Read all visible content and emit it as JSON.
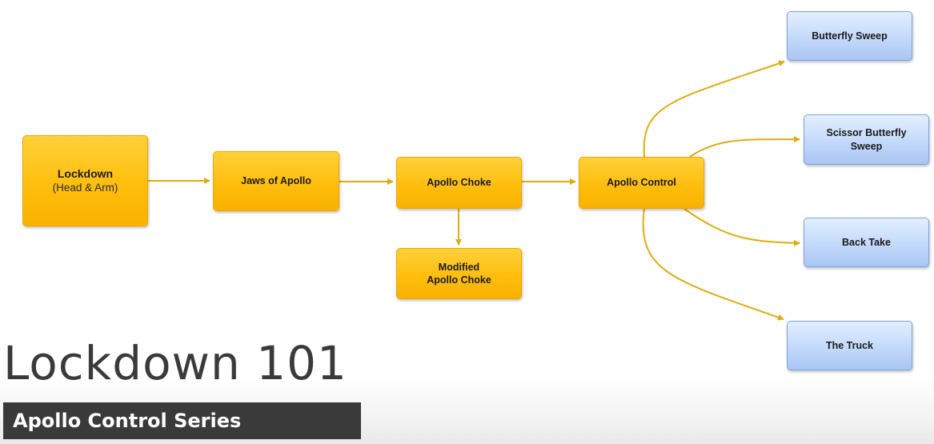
{
  "diagram": {
    "nodes": {
      "lockdown": {
        "title": "Lockdown",
        "subtitle": "(Head & Arm)"
      },
      "jaws": {
        "label": "Jaws of Apollo"
      },
      "choke": {
        "label": "Apollo Choke"
      },
      "modified_line1": "Modified",
      "modified_line2": "Apollo Choke",
      "control": {
        "label": "Apollo Control"
      },
      "butterfly": {
        "label": "Butterfly Sweep"
      },
      "scissor_line1": "Scissor Butterfly",
      "scissor_line2": "Sweep",
      "back": {
        "label": "Back Take"
      },
      "truck": {
        "label": "The Truck"
      }
    },
    "edges": [
      [
        "Lockdown",
        "Jaws of Apollo"
      ],
      [
        "Jaws of Apollo",
        "Apollo Choke"
      ],
      [
        "Apollo Choke",
        "Apollo Control"
      ],
      [
        "Apollo Choke",
        "Modified Apollo Choke"
      ],
      [
        "Apollo Control",
        "Butterfly Sweep"
      ],
      [
        "Apollo Control",
        "Scissor Butterfly Sweep"
      ],
      [
        "Apollo Control",
        "Back Take"
      ],
      [
        "Apollo Control",
        "The Truck"
      ]
    ]
  },
  "colors": {
    "process_box": "#ffbe0d",
    "outcome_box": "#c3d9fb",
    "arrow": "#e0ac12",
    "banner": "#3a3a3a"
  },
  "overlay": {
    "title": "Lockdown 101",
    "subtitle": "Apollo Control Series"
  }
}
